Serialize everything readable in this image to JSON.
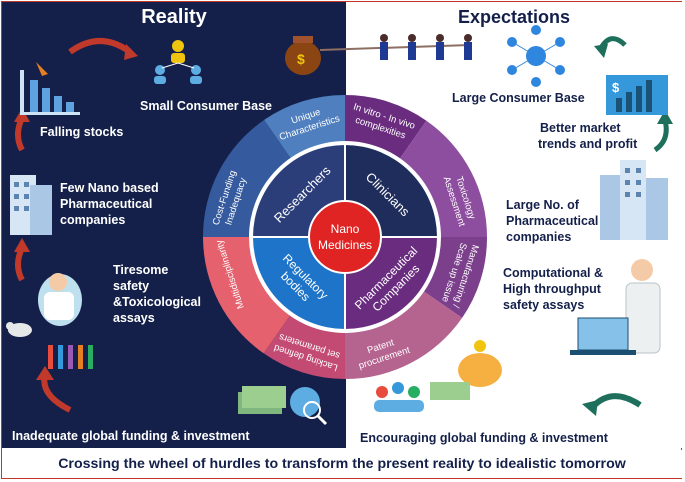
{
  "headers": {
    "left": "Reality",
    "right": "Expectations"
  },
  "left_items": {
    "small_consumer": "Small Consumer Base",
    "falling_stocks": "Falling stocks",
    "few_nano_1": "Few Nano based",
    "few_nano_2": "Pharmaceutical",
    "few_nano_3": "companies",
    "tiresome_1": "Tiresome",
    "tiresome_2": "safety",
    "tiresome_3": "&Toxicological",
    "tiresome_4": "assays",
    "inadequate": "Inadequate global funding & investment"
  },
  "right_items": {
    "large_consumer": "Large Consumer Base",
    "better_1": "Better market",
    "better_2": "trends and profit",
    "large_no_1": "Large No. of",
    "large_no_2": "Pharmaceutical",
    "large_no_3": "companies",
    "comp_1": "Computational &",
    "comp_2": "High throughput",
    "comp_3": "safety assays",
    "encouraging": "Encouraging global funding & investment"
  },
  "wheel": {
    "center_1": "Nano",
    "center_2": "Medicines",
    "inner": {
      "researchers": "Researchers",
      "clinicians": "Clinicians",
      "pharma_1": "Pharmaceutical",
      "pharma_2": "Companies",
      "regulatory_1": "Regulatory",
      "regulatory_2": "bodies"
    },
    "outer": {
      "unique_1": "Unique",
      "unique_2": "Characteristics",
      "invitro_1": "In vitro - In vivo",
      "invitro_2": "complexities",
      "toxicology_1": "Toxicology",
      "toxicology_2": "Assessment",
      "manufacturing_1": "Manufacturing /",
      "manufacturing_2": "Scale up issue",
      "patent_1": "Patent",
      "patent_2": "procurement",
      "lacking_1": "Lacking defined",
      "lacking_2": "set parameters",
      "multidisc": "Multidisciplinarity",
      "costfund_1": "Cost-Funding",
      "costfund_2": "Inadequacy"
    }
  },
  "footer": "Crossing the wheel of hurdles to transform the present reality to idealistic tomorrow",
  "colors": {
    "navy": "#14204a",
    "red": "#c0392b",
    "purple": "#7b3f8c",
    "blue": "#2f6db5",
    "pink": "#c24a73",
    "magenta": "#8e3a8a"
  }
}
